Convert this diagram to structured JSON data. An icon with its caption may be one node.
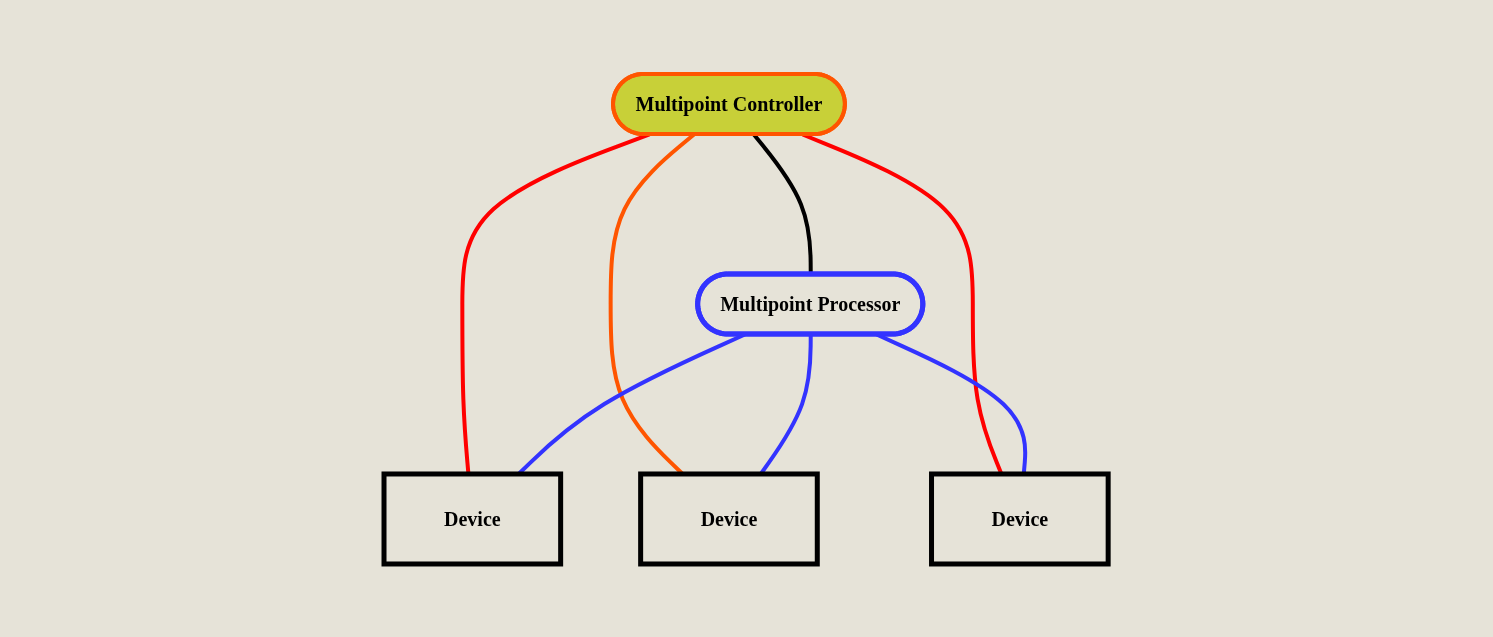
{
  "diagram": {
    "nodes": [
      {
        "text": [
          "Multipoint Controller"
        ]
      },
      {
        "text": [
          "Multipoint Processor"
        ]
      },
      {
        "text": [
          "Device"
        ]
      },
      {
        "text": [
          "Device"
        ]
      },
      {
        "text": [
          "Device"
        ]
      }
    ],
    "edges": [
      {
        "from": 0,
        "to": 1,
        "arrow": "none",
        "color": "#000000"
      },
      {
        "from": 0,
        "to": 2,
        "arrow": "none",
        "color": "#ff0000"
      },
      {
        "from": 0,
        "to": 3,
        "arrow": "none",
        "color": "#ff5500"
      },
      {
        "from": 0,
        "to": 4,
        "arrow": "none",
        "color": "#ff0000"
      },
      {
        "from": 1,
        "to": 2,
        "arrow": "none",
        "color": "#3333ff"
      },
      {
        "from": 1,
        "to": 3,
        "arrow": "none",
        "color": "#3333ff"
      },
      {
        "from": 1,
        "to": 4,
        "arrow": "none",
        "color": "#3333ff"
      }
    ]
  }
}
